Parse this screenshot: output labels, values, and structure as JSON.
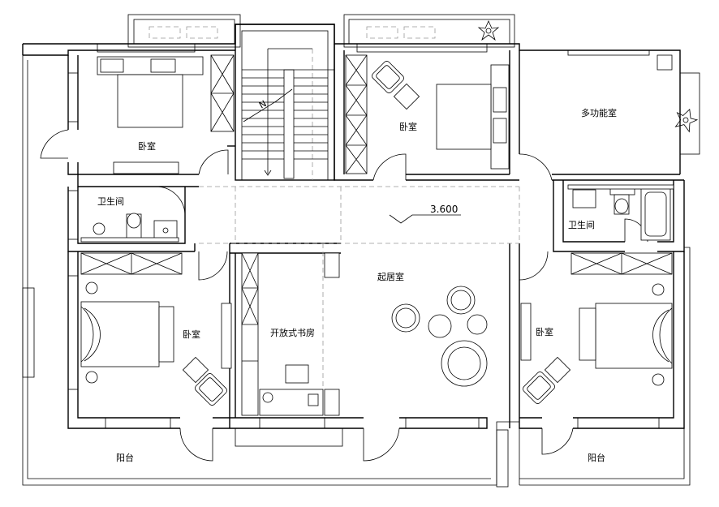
{
  "plan": {
    "rooms": {
      "bedroom_nw": "卧室",
      "bedroom_n": "卧室",
      "multi_room": "多功能室",
      "bath_w": "卫生间",
      "bath_e": "卫生间",
      "living": "起居室",
      "study": "开放式书房",
      "bedroom_sw": "卧室",
      "bedroom_se": "卧室",
      "balcony_w": "阳台",
      "balcony_e": "阳台"
    },
    "elevation": "3.600",
    "stair_up_mark": "N"
  }
}
